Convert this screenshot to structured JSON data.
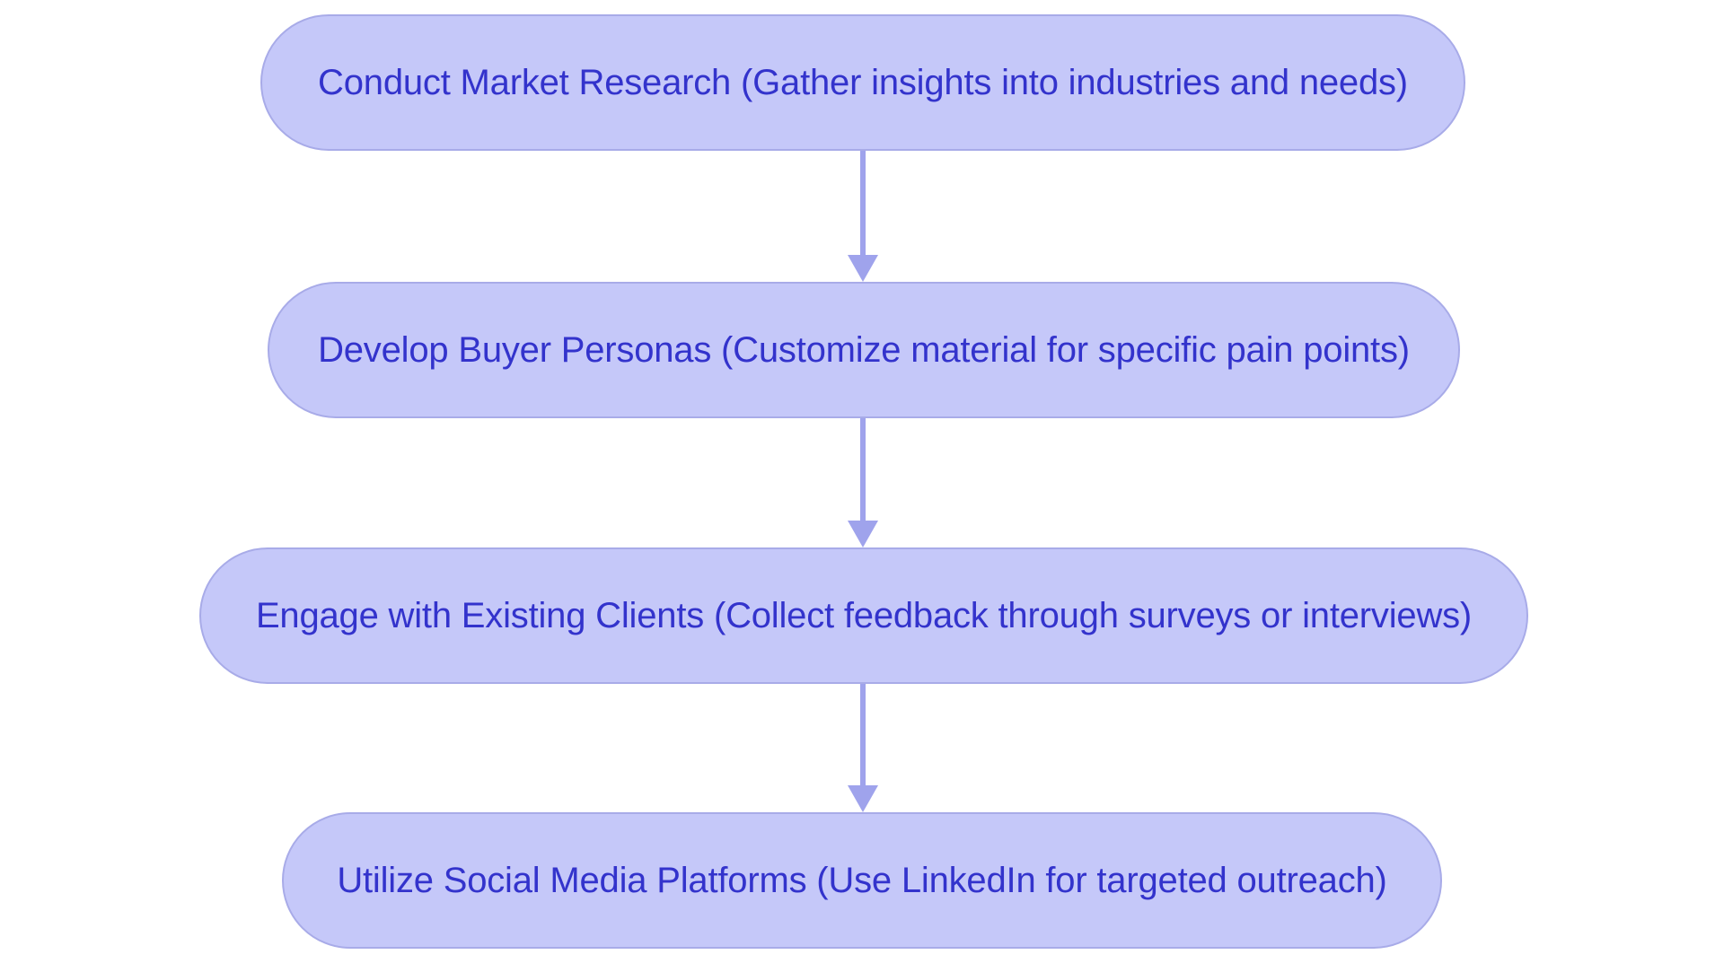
{
  "diagram": {
    "type": "flowchart",
    "orientation": "top-to-bottom",
    "title": "",
    "colors": {
      "node_fill": "#c5c8f9",
      "node_border": "#a8abe8",
      "node_text": "#3333cc",
      "connector": "#9fa3ec",
      "background": "#ffffff"
    },
    "nodes": [
      {
        "id": "node-0",
        "label": "Conduct Market Research (Gather insights into industries and needs)",
        "step": "Conduct Market Research",
        "detail": "Gather insights into industries and needs",
        "shape": "rounded-pill"
      },
      {
        "id": "node-1",
        "label": "Develop Buyer Personas (Customize material for specific pain points)",
        "step": "Develop Buyer Personas",
        "detail": "Customize material for specific pain points",
        "shape": "rounded-pill"
      },
      {
        "id": "node-2",
        "label": "Engage with Existing Clients (Collect feedback through surveys or interviews)",
        "step": "Engage with Existing Clients",
        "detail": "Collect feedback through surveys or interviews",
        "shape": "rounded-pill"
      },
      {
        "id": "node-3",
        "label": "Utilize Social Media Platforms (Use LinkedIn for targeted outreach)",
        "step": "Utilize Social Media Platforms",
        "detail": "Use LinkedIn for targeted outreach",
        "shape": "rounded-pill"
      }
    ],
    "edges": [
      {
        "id": "edge-0",
        "from": "node-0",
        "to": "node-1",
        "label": "",
        "style": "solid-arrow-down"
      },
      {
        "id": "edge-1",
        "from": "node-1",
        "to": "node-2",
        "label": "",
        "style": "solid-arrow-down"
      },
      {
        "id": "edge-2",
        "from": "node-2",
        "to": "node-3",
        "label": "",
        "style": "solid-arrow-down"
      }
    ]
  }
}
